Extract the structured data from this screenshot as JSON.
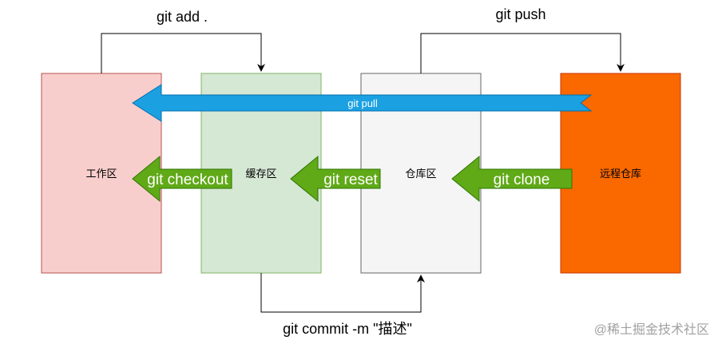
{
  "boxes": {
    "workspace": {
      "label": "工作区",
      "fill": "#f8cecc",
      "stroke": "#b85450"
    },
    "staging": {
      "label": "缓存区",
      "fill": "#d5e8d4",
      "stroke": "#82b366"
    },
    "repository": {
      "label": "仓库区",
      "fill": "#f5f5f5",
      "stroke": "#666666"
    },
    "remote": {
      "label": "远程仓库",
      "fill": "#fa6800",
      "stroke": "#c73500"
    }
  },
  "commands": {
    "add": "git add .",
    "push": "git push",
    "commit": "git commit -m \"描述\"",
    "pull": "git pull",
    "checkout": "git checkout",
    "reset": "git reset",
    "clone": "git clone"
  },
  "colors": {
    "pull_arrow": "#1ba1e2",
    "pull_arrow_stroke": "#006eaf",
    "green_arrow": "#60a917",
    "green_arrow_stroke": "#2d7600"
  },
  "watermark": "@稀土掘金技术社区"
}
